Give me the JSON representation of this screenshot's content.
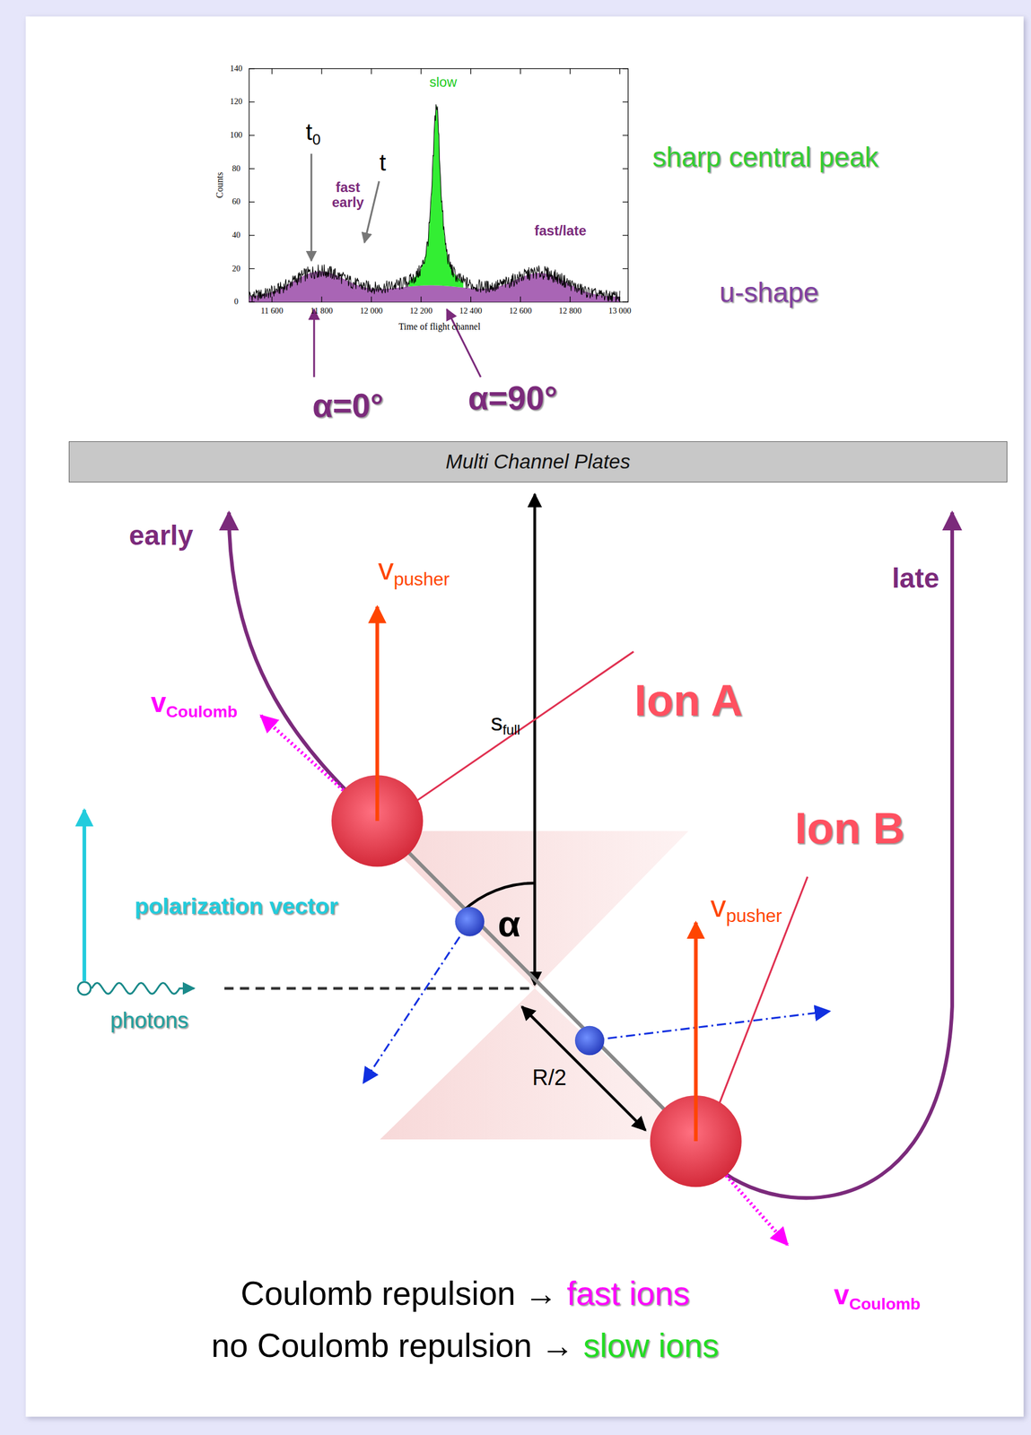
{
  "diagram": {
    "nodes": [
      {
        "text": [
          "Multi Channel Plates"
        ]
      }
    ],
    "labels": [
      "140",
      "120",
      "100",
      "80",
      "60",
      "40",
      "20",
      "0",
      "slow",
      "t",
      "0",
      "t",
      "fast early",
      "fast/late",
      "Counts",
      "11 600",
      "11 800",
      "12 000",
      "12 200",
      "12 400",
      "12 600",
      "12 800",
      "13 000",
      "Time of flight channel",
      "sharp central peak",
      "u-shape",
      "α=0°",
      "α=90°",
      "early",
      "v",
      "pusher",
      "late",
      "v",
      "Coulomb",
      "s",
      "full",
      "Ion A",
      "Ion B",
      "polarization vector",
      "α",
      "v",
      "pusher",
      "photons",
      "R/2",
      "Coulomb repulsion →",
      "fast ions",
      "v",
      "Coulomb",
      "no Coulomb repulsion →",
      "slow ions"
    ]
  }
}
